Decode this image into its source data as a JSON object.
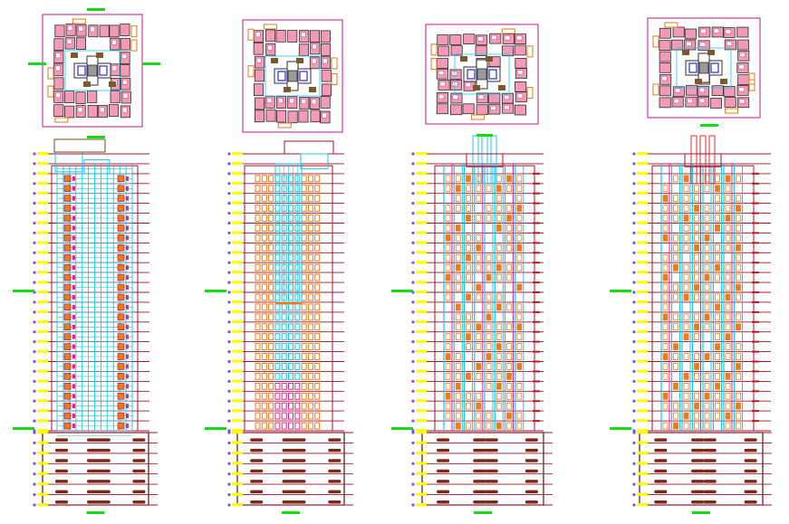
{
  "drawing": {
    "colors": {
      "background": "#ffffff",
      "plan_frame": "#c0119a",
      "level_line": "#a3102f",
      "level_marker": "#ffff00",
      "level_dot": "#7a4cff",
      "green_marker": "#11dd11",
      "glazing": "#1cc6e8",
      "window_fill": "#f17a16",
      "window_frame": "#b00048",
      "mullion": "#e0228c",
      "slab": "#c11616",
      "basement_outline": "#5a0d0d",
      "basement_car": "#7a2a18",
      "plan_room": "#f29ab8",
      "plan_wall": "#2e2e2e",
      "plan_core": "#7a5a2a",
      "plan_cyan": "#1cc6e8",
      "plan_blue": "#2b2bd8",
      "plan_orange": "#d67c1c",
      "roof_cyan": "#1cc6e8",
      "roof_red": "#d83232"
    },
    "elevations": [
      {
        "id": "elevation-1",
        "style": "curtain-wall",
        "tower_floors": 28,
        "basement_levels": 7,
        "roof": "stepped-box"
      },
      {
        "id": "elevation-2",
        "style": "punched-window",
        "tower_floors": 28,
        "basement_levels": 7,
        "roof": "flat-parapet"
      },
      {
        "id": "elevation-3",
        "style": "vertical-fins",
        "tower_floors": 28,
        "basement_levels": 7,
        "roof": "triple-chimney"
      },
      {
        "id": "elevation-4",
        "style": "vertical-fins",
        "tower_floors": 28,
        "basement_levels": 7,
        "roof": "triple-chimney-red"
      }
    ],
    "plans": [
      {
        "id": "floor-plan-1",
        "style": "cruciform"
      },
      {
        "id": "floor-plan-2",
        "style": "square-core"
      },
      {
        "id": "floor-plan-3",
        "style": "wide-core"
      },
      {
        "id": "floor-plan-4",
        "style": "compact-core"
      }
    ]
  }
}
